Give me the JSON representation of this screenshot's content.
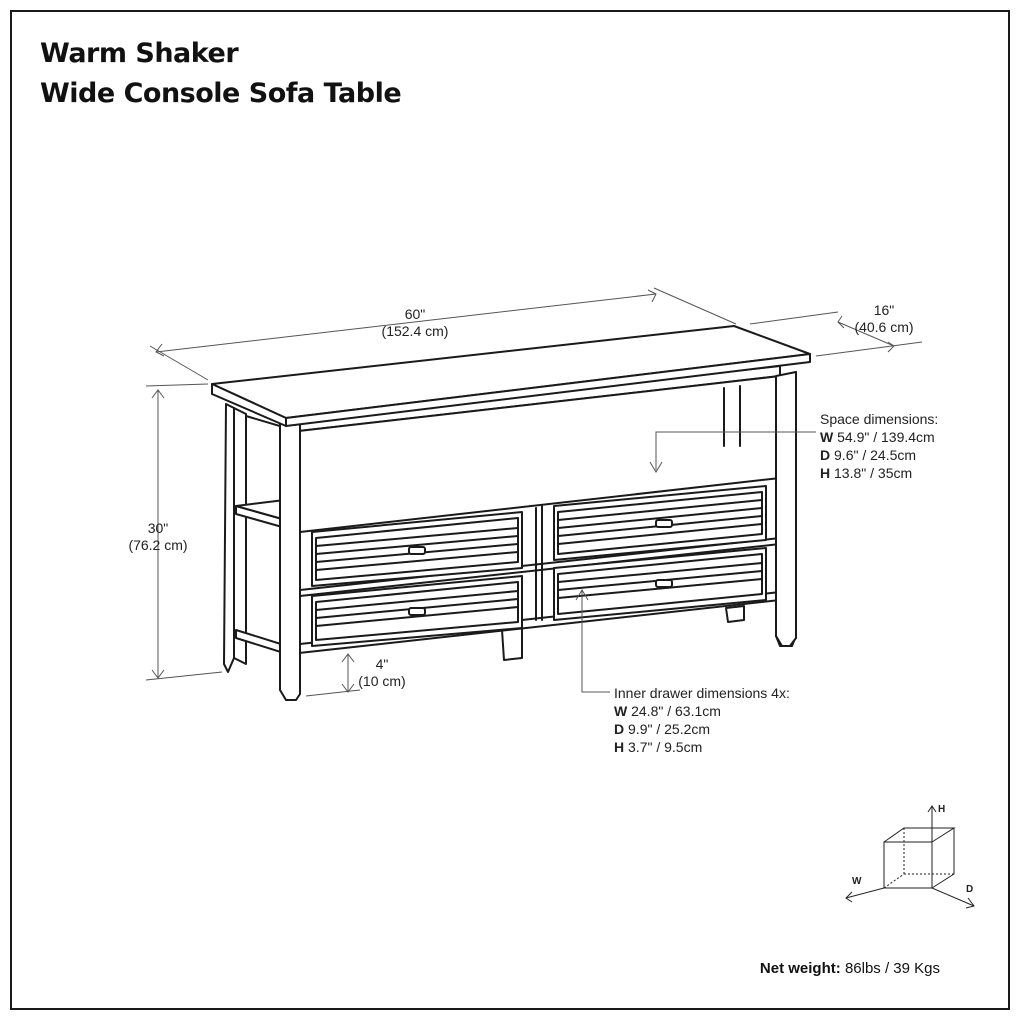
{
  "title": {
    "line1": "Warm Shaker",
    "line2": "Wide Console Sofa Table"
  },
  "dimensions": {
    "width": {
      "imperial": "60\"",
      "metric": "(152.4 cm)"
    },
    "depth": {
      "imperial": "16\"",
      "metric": "(40.6 cm)"
    },
    "height": {
      "imperial": "30\"",
      "metric": "(76.2 cm)"
    },
    "clearance": {
      "imperial": "4\"",
      "metric": "(10 cm)"
    }
  },
  "space": {
    "heading": "Space dimensions:",
    "w_key": "W",
    "w_value": "54.9\" / 139.4cm",
    "d_key": "D",
    "d_value": "9.6\" / 24.5cm",
    "h_key": "H",
    "h_value": "13.8\" / 35cm"
  },
  "drawer": {
    "heading": "Inner drawer dimensions 4x:",
    "w_key": "W",
    "w_value": "24.8\" / 63.1cm",
    "d_key": "D",
    "d_value": "9.9\" / 25.2cm",
    "h_key": "H",
    "h_value": "3.7\" / 9.5cm"
  },
  "net_weight": {
    "label": "Net weight:",
    "value": "86lbs / 39 Kgs"
  },
  "axes": {
    "h": "H",
    "w": "W",
    "d": "D"
  },
  "colors": {
    "line": "#1a1a1a",
    "dim_line": "#555555"
  }
}
